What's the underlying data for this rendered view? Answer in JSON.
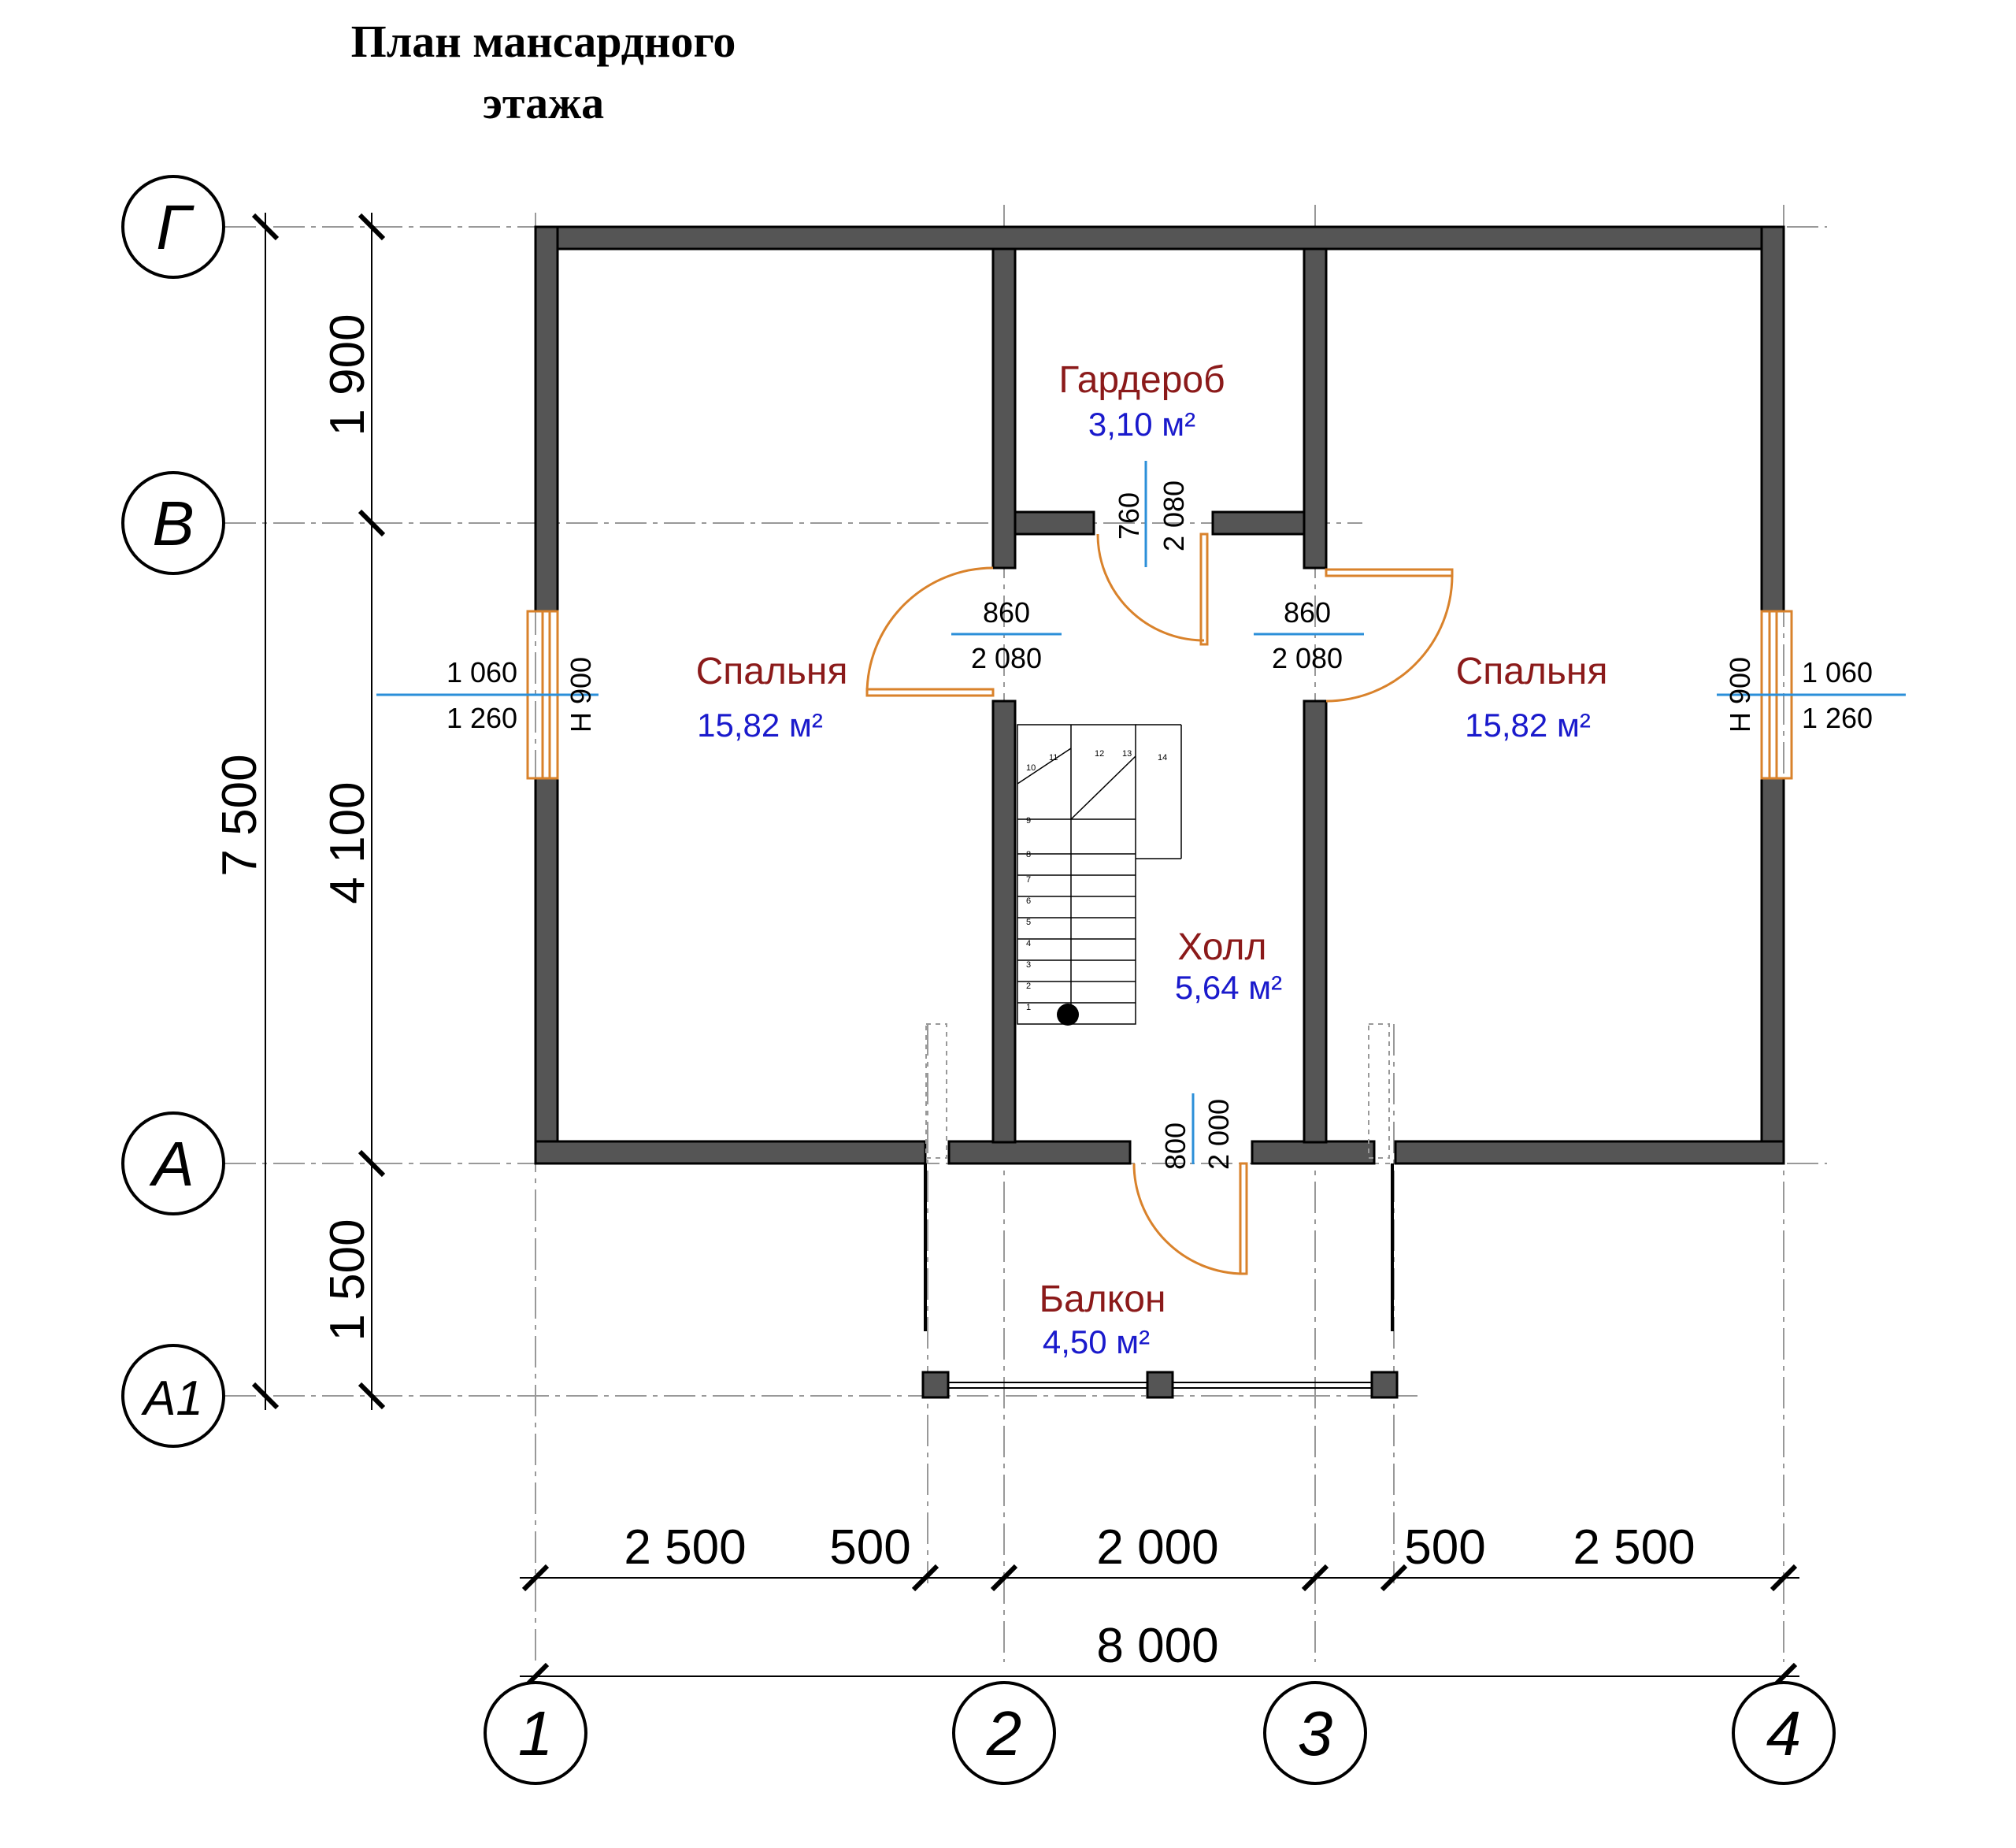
{
  "title": {
    "line1": "План мансардного",
    "line2": "этажа"
  },
  "axes": {
    "rows": [
      "Г",
      "В",
      "А",
      "А1"
    ],
    "cols": [
      "1",
      "2",
      "3",
      "4"
    ]
  },
  "rooms": {
    "wardrobe": {
      "name": "Гардероб",
      "area": "3,10 м²"
    },
    "bedroom_left": {
      "name": "Спальня",
      "area": "15,82 м²"
    },
    "bedroom_right": {
      "name": "Спальня",
      "area": "15,82 м²"
    },
    "hall": {
      "name": "Холл",
      "area": "5,64 м²"
    },
    "balcony": {
      "name": "Балкон",
      "area": "4,50 м²"
    }
  },
  "dimensions": {
    "vertical_total": "7 500",
    "v_gv": "1 900",
    "v_va": "4 100",
    "v_aa1": "1 500",
    "h_1": "2 500",
    "h_2": "500",
    "h_3": "2 000",
    "h_4": "500",
    "h_5": "2 500",
    "h_total": "8 000"
  },
  "openings": {
    "wardrobe_door_w": "760",
    "wardrobe_door_h": "2 080",
    "left_door_w": "860",
    "left_door_h": "2 080",
    "right_door_w": "860",
    "right_door_h": "2 080",
    "balcony_door_w": "800",
    "balcony_door_h": "2 000",
    "left_window_w": "1 060",
    "left_window_h": "1 260",
    "left_window_sill": "H 900",
    "right_window_w": "1 060",
    "right_window_h": "1 260",
    "right_window_sill": "H 900"
  },
  "stairs": {
    "steps": [
      "1",
      "2",
      "3",
      "4",
      "5",
      "6",
      "7",
      "8",
      "9",
      "10",
      "11",
      "12",
      "13",
      "14"
    ]
  },
  "colors": {
    "wall": "#555555",
    "room_name": "#8b1a1a",
    "room_area": "#1a1acc",
    "door": "#d9822b",
    "dim_marker": "#2b8fd9"
  }
}
